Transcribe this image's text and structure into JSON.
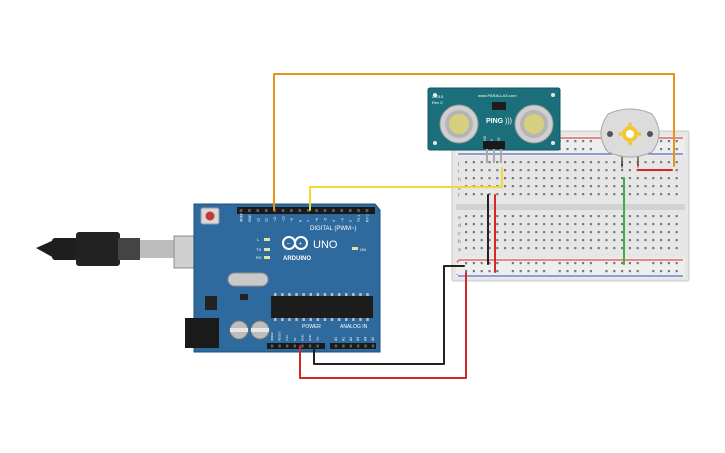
{
  "arduino": {
    "brand": "ARDUINO",
    "model": "UNO",
    "digital_header_label": "DIGITAL (PWM~)",
    "power_label": "POWER",
    "analog_label": "ANALOG IN",
    "on_label": "ON",
    "tx_label": "TX",
    "rx_label": "RX",
    "l_label": "L",
    "digital_pins": [
      "AREF",
      "GND",
      "13",
      "12",
      "~11",
      "~10",
      "~9",
      "8",
      "7",
      "~6",
      "~5",
      "4",
      "~3",
      "2",
      "TX 1",
      "RX 0"
    ],
    "power_pins": [
      "IOREF",
      "RESET",
      "3.3V",
      "5V",
      "GND",
      "GND",
      "Vin"
    ],
    "analog_pins": [
      "A0",
      "A1",
      "A2",
      "A3",
      "A4",
      "A5"
    ]
  },
  "ping_sensor": {
    "part_number": "28015",
    "revision": "Rev C",
    "url": "www.PARALLAX.com",
    "name": "PING",
    "pin_labels": [
      "GND",
      "5V",
      "SIG"
    ]
  },
  "breadboard": {
    "row_letters": [
      "j",
      "i",
      "h",
      "g",
      "f",
      "e",
      "d",
      "c",
      "b",
      "a"
    ],
    "rail_signs": [
      "+",
      "-"
    ]
  },
  "colors": {
    "wire_orange": "#e89416",
    "wire_yellow": "#f2d832",
    "wire_black": "#222222",
    "wire_red": "#d62626",
    "wire_green": "#3cb043",
    "arduino_blue": "#2e6a9e",
    "ping_teal": "#1b6f7a",
    "breadboard": "#e6e6e6"
  }
}
